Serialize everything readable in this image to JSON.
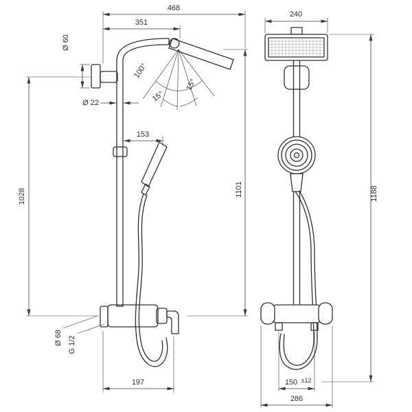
{
  "drawing": {
    "description": "Shower pipe technical drawing, side view and front view",
    "background": "#ffffff",
    "line_color": "#2e2e2e"
  },
  "side_view": {
    "dims": {
      "total_reach": "468",
      "arm_reach": "351",
      "escutcheon_diameter": "Ø 60",
      "pipe_diameter": "Ø 22",
      "handshower_reach": "153",
      "spray_angle": "100°",
      "tilt_left": "15°",
      "tilt_right": "15°",
      "wall_mount_height": "1028",
      "head_to_valve_height": "1101",
      "spout_escutcheon_diameter": "Ø 68",
      "connection_thread": "G 1/2",
      "spout_reach": "197"
    }
  },
  "front_view": {
    "dims": {
      "head_width": "240",
      "overall_height": "1188",
      "connection_spacing": "150",
      "connection_tolerance": "±12",
      "valve_width": "286"
    }
  }
}
